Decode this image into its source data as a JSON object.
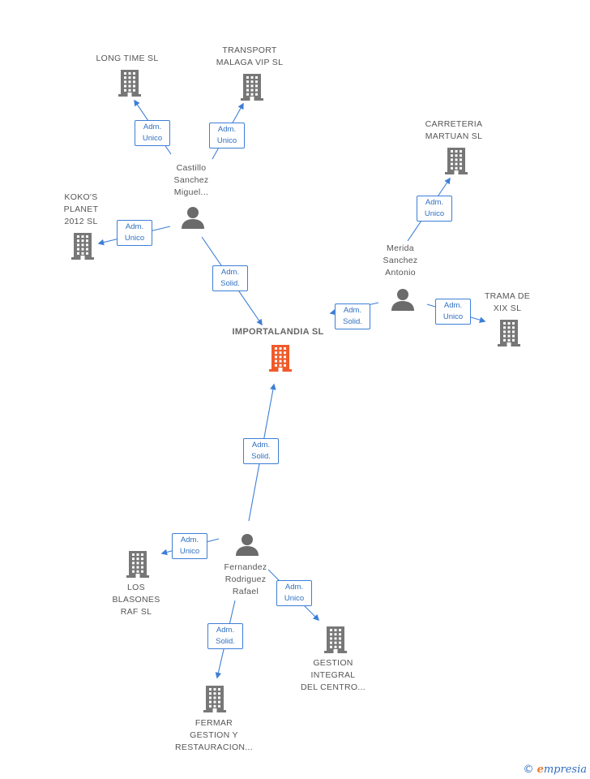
{
  "colors": {
    "edge": "#3d7fd6",
    "company_icon": "#777777",
    "main_company_icon": "#f05a2b",
    "person_icon": "#6b6b6b"
  },
  "main_company": {
    "label": "IMPORTALANDIA SL",
    "icon": "building-icon"
  },
  "people": [
    {
      "id": "castillo",
      "label": "Castillo\nSanchez\nMiguel...",
      "icon": "person-icon"
    },
    {
      "id": "merida",
      "label": "Merida\nSanchez\nAntonio",
      "icon": "person-icon"
    },
    {
      "id": "fernandez",
      "label": "Fernandez\nRodriguez\nRafael",
      "icon": "person-icon"
    }
  ],
  "companies": [
    {
      "id": "long_time",
      "label": "LONG TIME SL",
      "icon": "building-icon"
    },
    {
      "id": "transport",
      "label": "TRANSPORT\nMALAGA VIP SL",
      "icon": "building-icon"
    },
    {
      "id": "kokos",
      "label": "KOKO'S\nPLANET\n2012 SL",
      "icon": "building-icon"
    },
    {
      "id": "carreteria",
      "label": "CARRETERIA\nMARTUAN SL",
      "icon": "building-icon"
    },
    {
      "id": "trama",
      "label": "TRAMA DE\nXIX SL",
      "icon": "building-icon"
    },
    {
      "id": "blasones",
      "label": "LOS\nBLASONES\nRAF SL",
      "icon": "building-icon"
    },
    {
      "id": "gestion",
      "label": "GESTION\nINTEGRAL\nDEL CENTRO...",
      "icon": "building-icon"
    },
    {
      "id": "fermar",
      "label": "FERMAR\nGESTION Y\nRESTAURACION...",
      "icon": "building-icon"
    }
  ],
  "relations": [
    {
      "from": "castillo",
      "to": "long_time",
      "role": "Adm.\nUnico"
    },
    {
      "from": "castillo",
      "to": "transport",
      "role": "Adm.\nUnico"
    },
    {
      "from": "castillo",
      "to": "kokos",
      "role": "Adm.\nUnico"
    },
    {
      "from": "castillo",
      "to": "main",
      "role": "Adm.\nSolid."
    },
    {
      "from": "merida",
      "to": "carreteria",
      "role": "Adm.\nUnico"
    },
    {
      "from": "merida",
      "to": "main",
      "role": "Adm.\nSolid."
    },
    {
      "from": "merida",
      "to": "trama",
      "role": "Adm.\nUnico"
    },
    {
      "from": "fernandez",
      "to": "main",
      "role": "Adm.\nSolid."
    },
    {
      "from": "fernandez",
      "to": "blasones",
      "role": "Adm.\nUnico"
    },
    {
      "from": "fernandez",
      "to": "gestion",
      "role": "Adm.\nUnico"
    },
    {
      "from": "fernandez",
      "to": "fermar",
      "role": "Adm.\nSolid."
    }
  ],
  "footer": {
    "copyright": "©",
    "brand_first": "e",
    "brand_rest": "mpresia"
  }
}
